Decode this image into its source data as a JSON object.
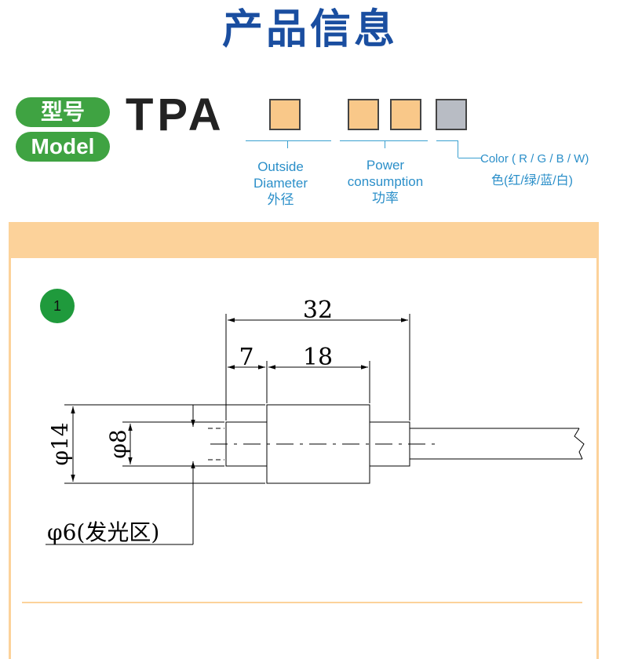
{
  "page": {
    "title": "产品信息"
  },
  "model": {
    "label_cn": "型号",
    "label_en": "Model",
    "code": "TPA"
  },
  "code_legend": {
    "outside_diameter": {
      "en_line1": "Outside",
      "en_line2": "Diameter",
      "cn": "外径"
    },
    "power": {
      "en_line1": "Power",
      "en_line2": "consumption",
      "cn": "功率"
    },
    "color": {
      "en": "Color ( R / G / B / W)",
      "cn": "色(红/绿/蓝/白)"
    }
  },
  "colors": {
    "title_blue": "#1a4ea0",
    "pill_green": "#3fa342",
    "legend_blue": "#2b8fc9",
    "box_orange": "#f9c889",
    "box_gray": "#b8bcc4",
    "band_orange": "#fcd29a",
    "circle_green": "#1f9a3c"
  },
  "drawing": {
    "index": "1",
    "dim_total_length": "32",
    "dim_rear_length": "7",
    "dim_body_length": "18",
    "dia_outer": "φ14",
    "dia_inner": "φ8",
    "dia_emit": "φ6(发光区)"
  }
}
